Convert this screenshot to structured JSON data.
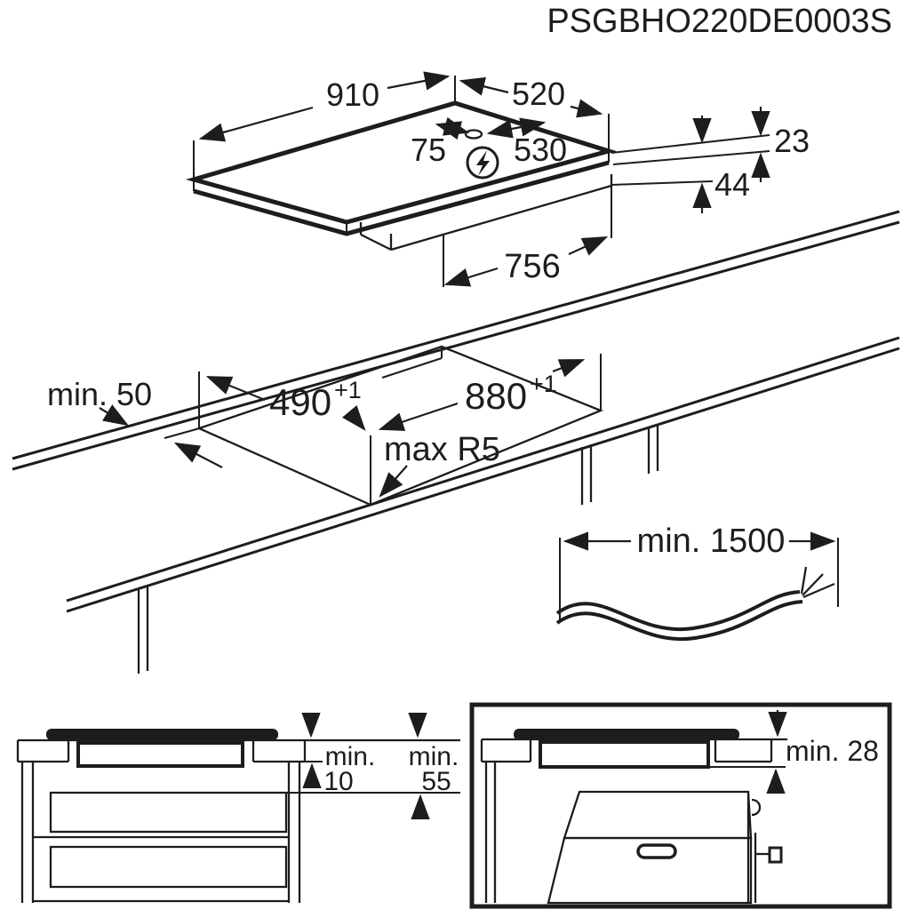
{
  "title": {
    "part_code": "PSGBHO220DE0003S"
  },
  "hob_view": {
    "dim_width": "910",
    "dim_depth": "520",
    "dim_cable_left": "75",
    "dim_cable_right": "530",
    "dim_box_width": "756",
    "dim_glass_height": "23",
    "dim_box_height": "44"
  },
  "cutout_view": {
    "clearance_back": "min. 50",
    "depth": "490",
    "depth_tolerance": "+1",
    "width": "880",
    "width_tolerance": "+1",
    "corner_radius": "max R5"
  },
  "cable": {
    "min_length": "min. 1500"
  },
  "drawer_panel": {
    "min_label_1": "min.",
    "value_1": "10",
    "min_label_2": "min.",
    "value_2": "55"
  },
  "oven_panel": {
    "clearance": "min. 28"
  },
  "icons": {
    "power": "lightning-icon"
  },
  "colors": {
    "line": "#1d1d1b",
    "background": "#ffffff"
  }
}
